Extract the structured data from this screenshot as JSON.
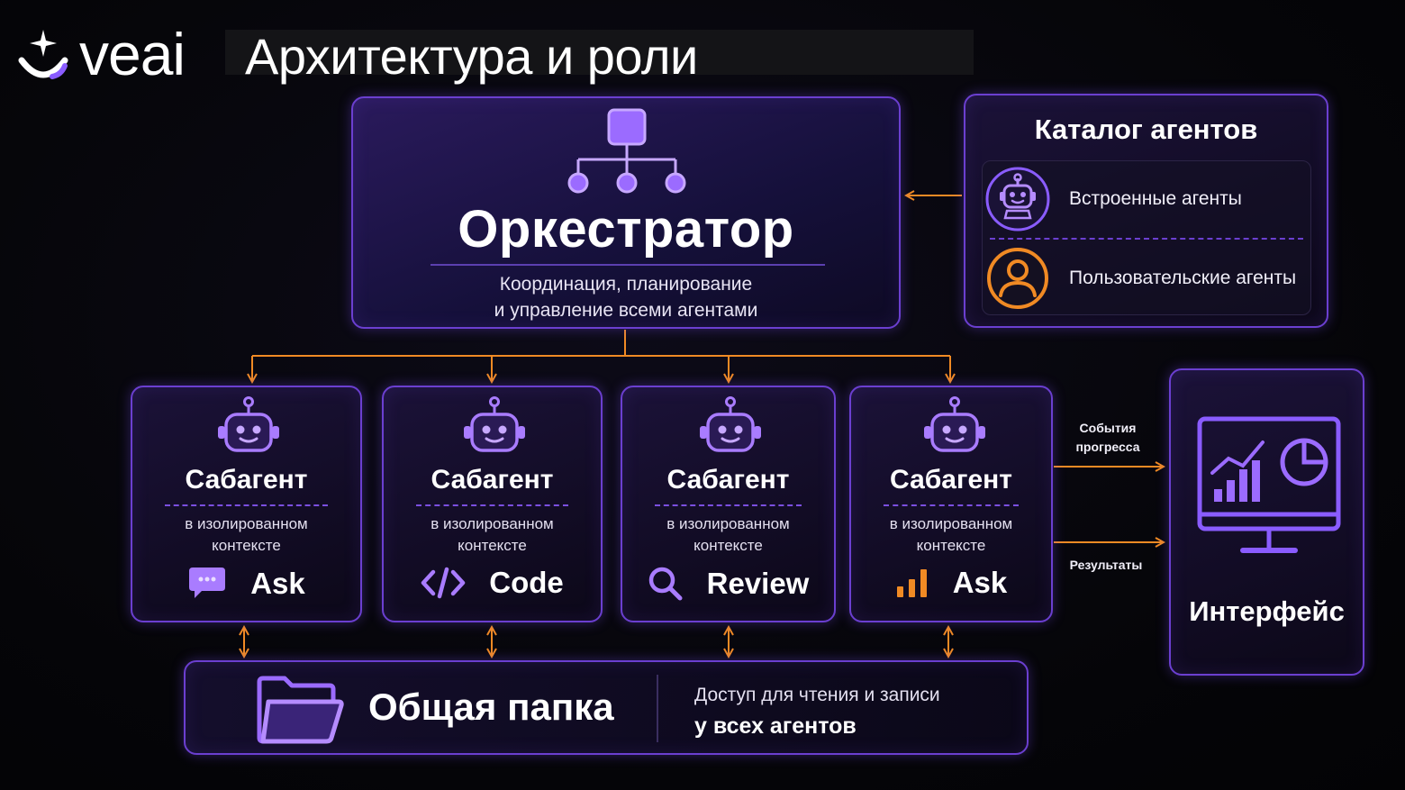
{
  "header": {
    "logo_text": "veai",
    "title": "Архитектура и роли"
  },
  "orchestrator": {
    "title": "Оркестратор",
    "desc_line1": "Координация, планирование",
    "desc_line2": "и управление всеми агентами"
  },
  "catalog": {
    "title": "Каталог агентов",
    "items": [
      {
        "label": "Встроенные агенты",
        "icon": "robot-icon"
      },
      {
        "label": "Пользовательские агенты",
        "icon": "user-icon"
      }
    ]
  },
  "subagents": [
    {
      "title": "Сабагент",
      "desc_line1": "в изолированном",
      "desc_line2": "контексте",
      "role": "Ask",
      "icon": "chat-icon"
    },
    {
      "title": "Сабагент",
      "desc_line1": "в изолированном",
      "desc_line2": "контексте",
      "role": "Code",
      "icon": "code-icon"
    },
    {
      "title": "Сабагент",
      "desc_line1": "в изолированном",
      "desc_line2": "контексте",
      "role": "Review",
      "icon": "search-icon"
    },
    {
      "title": "Сабагент",
      "desc_line1": "в изолированном",
      "desc_line2": "контексте",
      "role": "Ask",
      "icon": "bar-chart-icon"
    }
  ],
  "interface": {
    "title": "Интерфейс",
    "edge_progress_line1": "События",
    "edge_progress_line2": "прогресса",
    "edge_results": "Результаты"
  },
  "shared_folder": {
    "title": "Общая папка",
    "desc_line1": "Доступ для чтения и записи",
    "desc_line2": "у всех агентов"
  },
  "colors": {
    "accent_purple": "#7c4dff",
    "accent_orange": "#f08a24",
    "background": "#050508"
  }
}
